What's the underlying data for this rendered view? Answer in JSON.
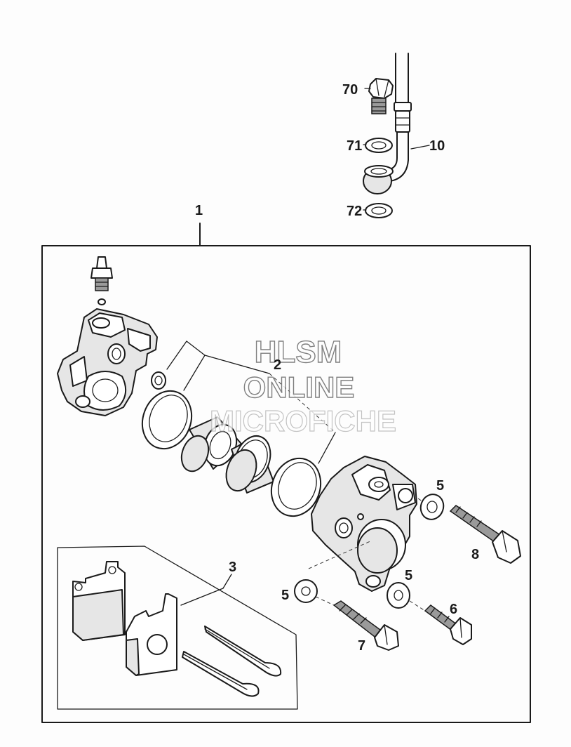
{
  "callouts": {
    "c1": "1",
    "c2": "2",
    "c3": "3",
    "c5a": "5",
    "c5b": "5",
    "c5c": "5",
    "c6": "6",
    "c7": "7",
    "c8": "8",
    "c10": "10",
    "c70": "70",
    "c71": "71",
    "c72": "72"
  },
  "watermark": {
    "line1": "HLSM",
    "line2": "ONLINE",
    "line3": "MICROFICHE"
  }
}
